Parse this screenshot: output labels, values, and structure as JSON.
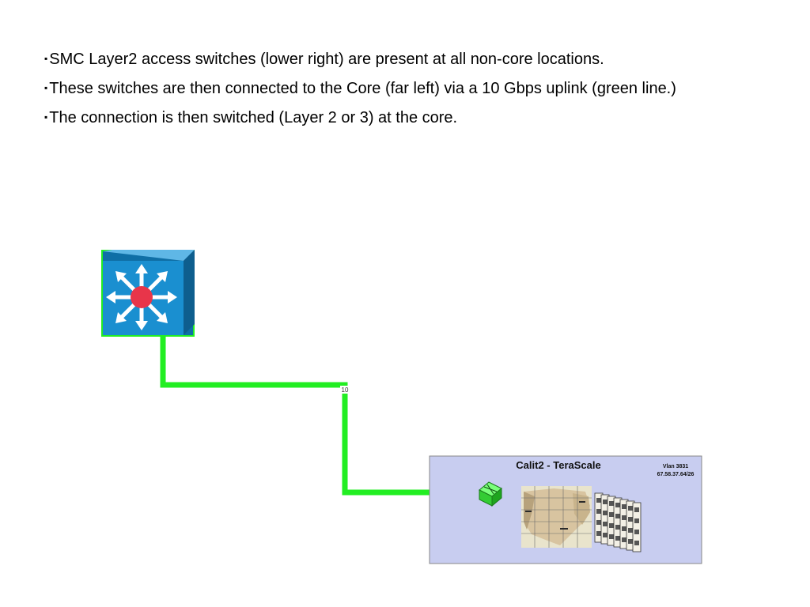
{
  "bullets": [
    {
      "marker": "▪",
      "text": "SMC Layer2 access switches (lower right) are present at all non-core locations."
    },
    {
      "marker": "▪",
      "text": "These switches are then connected to the Core (far left) via a 10 Gbps uplink (green line.)"
    },
    {
      "marker": "▪",
      "text": "The connection is then switched (Layer 2 or 3) at the core."
    }
  ],
  "diagram": {
    "link_label": "10",
    "link_color": "#22ee22",
    "core_switch_color": "#1a8fd0",
    "core_hub_color": "#e8354a",
    "site_panel": {
      "title": "Calit2 - TeraScale",
      "vlan": "Vlan 3831",
      "subnet": "67.58.37.64/26",
      "background": "#c8cdf0"
    }
  }
}
